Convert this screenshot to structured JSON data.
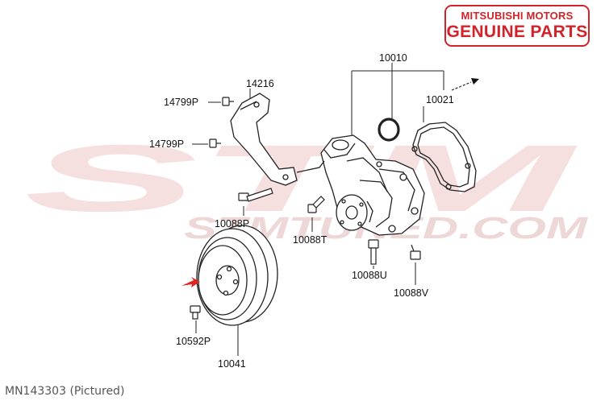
{
  "badge": {
    "line1": "MITSUBISHI MOTORS",
    "line2": "GENUINE PARTS"
  },
  "watermark": {
    "logo": "STM",
    "url": "STMTUNED.COM"
  },
  "caption": "MN143303 (Pictured)",
  "part_labels": {
    "water_pump_assembly": "10010",
    "gasket": "10021",
    "bracket": "14216",
    "bolt_upper": "14799P",
    "bolt_lower": "14799P",
    "bolt_p": "10088P",
    "bolt_t": "10088T",
    "bolt_u": "10088U",
    "bolt_v": "10088V",
    "pulley_bolt": "10592P",
    "pulley": "10041"
  },
  "colors": {
    "badge": "#d2232a",
    "pointer_arrow": "#e52420",
    "watermark": "#f3dada"
  }
}
